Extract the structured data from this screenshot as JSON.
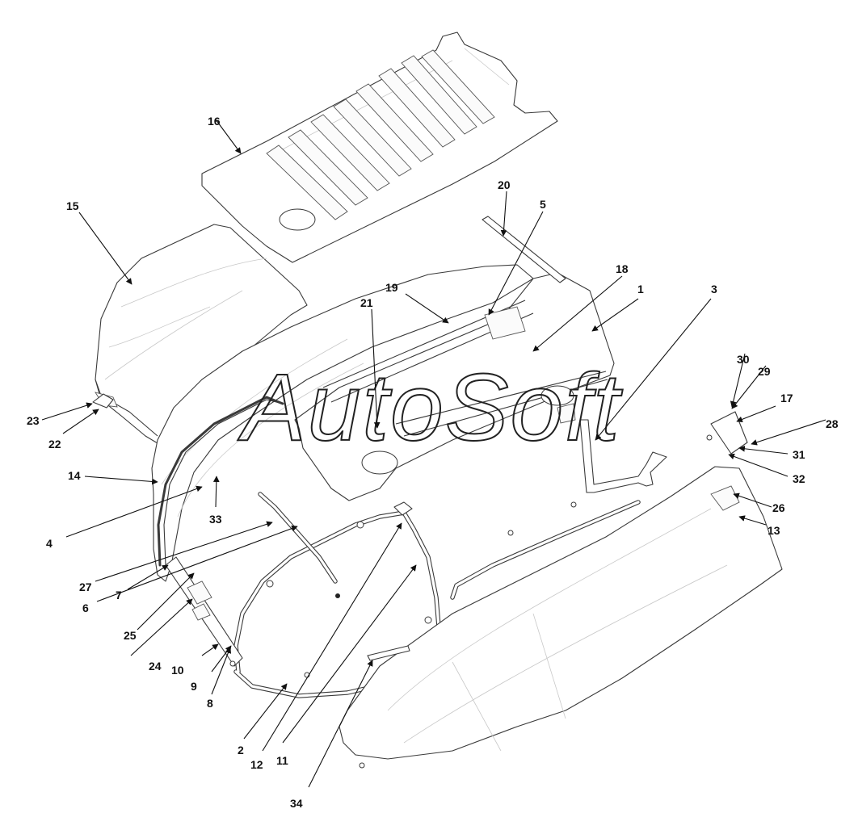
{
  "watermark": "AutoSoft",
  "callouts": [
    "1",
    "2",
    "3",
    "4",
    "5",
    "6",
    "7",
    "8",
    "9",
    "10",
    "11",
    "12",
    "13",
    "14",
    "15",
    "16",
    "17",
    "18",
    "19",
    "20",
    "21",
    "22",
    "23",
    "24",
    "25",
    "26",
    "27",
    "28",
    "29",
    "30",
    "31",
    "32",
    "33",
    "34"
  ]
}
